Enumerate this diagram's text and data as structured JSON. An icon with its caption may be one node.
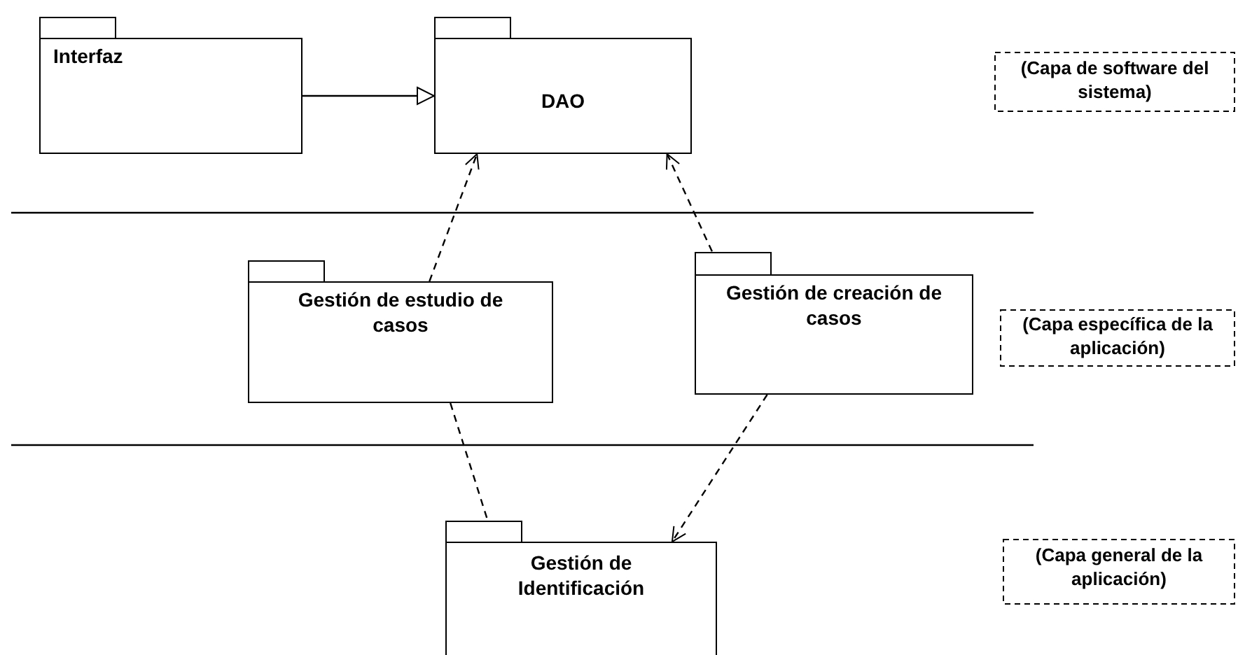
{
  "diagram": {
    "nodes": [
      {
        "text": [
          "Interfaz"
        ]
      },
      {
        "text": [
          "DAO"
        ]
      },
      {
        "text": [
          "Gestión de estudio de casos"
        ]
      },
      {
        "text": [
          "Gestión de creación de casos"
        ]
      },
      {
        "text": [
          "Gestión de Identificación"
        ]
      },
      {
        "text": [
          "(Capa de software del sistema)"
        ]
      },
      {
        "text": [
          "(Capa específica de la aplicación)"
        ]
      },
      {
        "text": [
          "(Capa general de la aplicación)"
        ]
      }
    ],
    "edges": [
      {
        "from": 0,
        "to": 1,
        "arrow": "to"
      },
      {
        "from": 2,
        "to": 1,
        "arrow": "to",
        "style": "dashed"
      },
      {
        "from": 3,
        "to": 1,
        "arrow": "to",
        "style": "dashed"
      },
      {
        "from": 2,
        "to": 4,
        "arrow": "to",
        "style": "dashed"
      },
      {
        "from": 3,
        "to": 4,
        "arrow": "to",
        "style": "dashed"
      }
    ]
  }
}
